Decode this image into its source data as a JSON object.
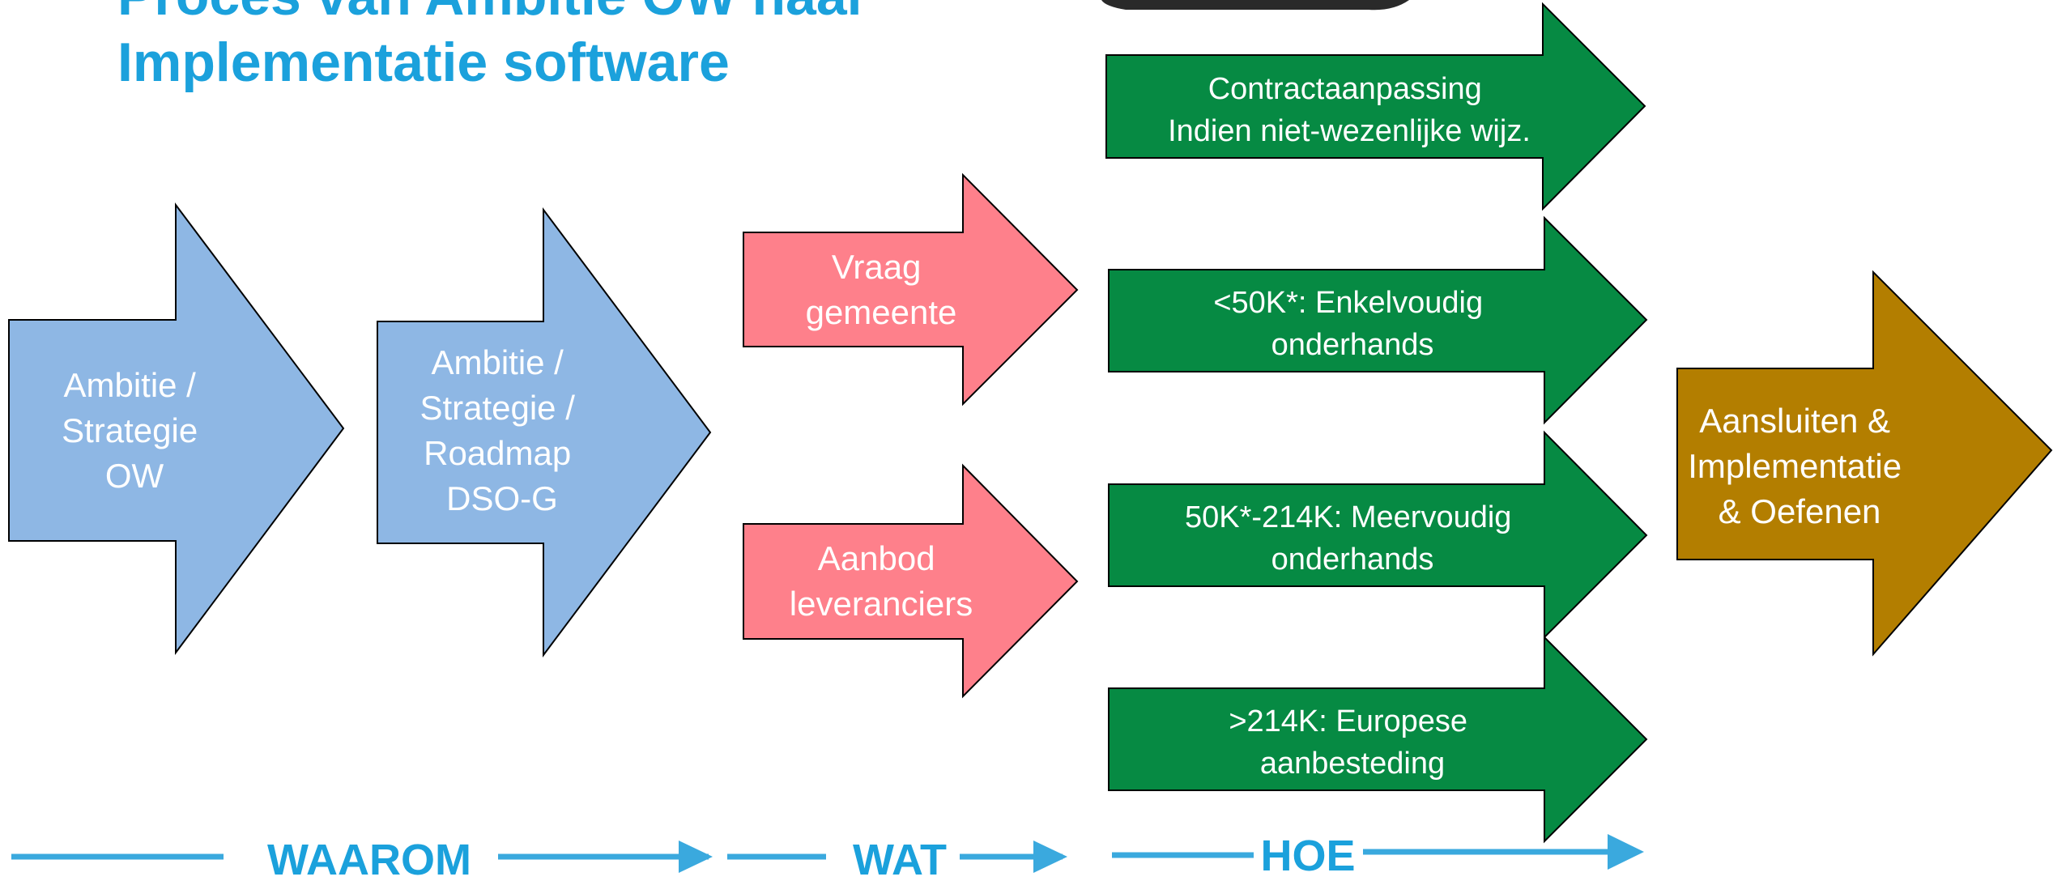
{
  "title": {
    "line1": "Proces van Ambitie OW naar",
    "line2": "Implementatie software"
  },
  "colors": {
    "title": "#1ba1dc",
    "blue_arrow": "#8eb7e4",
    "pink_arrow": "#fe808b",
    "green_arrow": "#068a43",
    "gold_arrow": "#b37e00",
    "phase_line": "#3aa9de"
  },
  "arrows": [
    {
      "id": "ambitie-ow",
      "color": "blue",
      "lines": [
        "Ambitie /",
        "Strategie",
        "OW"
      ]
    },
    {
      "id": "ambitie-dso",
      "color": "blue",
      "lines": [
        "Ambitie /",
        "Strategie /",
        "Roadmap",
        "DSO-G"
      ]
    },
    {
      "id": "vraag-gemeente",
      "color": "pink",
      "lines": [
        "Vraag",
        "gemeente"
      ]
    },
    {
      "id": "aanbod-leveranciers",
      "color": "pink",
      "lines": [
        "Aanbod",
        "leveranciers"
      ]
    },
    {
      "id": "contractaanpassing",
      "color": "green",
      "lines": [
        "Contractaanpassing",
        "Indien niet-wezenlijke wijz."
      ]
    },
    {
      "id": "enkelvoudig",
      "color": "green",
      "lines": [
        "<50K*: Enkelvoudig",
        "onderhands"
      ]
    },
    {
      "id": "meervoudig",
      "color": "green",
      "lines": [
        "50K*-214K: Meervoudig",
        "onderhands"
      ]
    },
    {
      "id": "europees",
      "color": "green",
      "lines": [
        ">214K: Europese",
        "aanbesteding"
      ]
    },
    {
      "id": "aansluiten",
      "color": "gold",
      "lines": [
        "Aansluiten &",
        "Implementatie",
        "& Oefenen"
      ]
    }
  ],
  "phases": {
    "waarom": "WAAROM",
    "wat": "WAT",
    "hoe": "HOE"
  }
}
